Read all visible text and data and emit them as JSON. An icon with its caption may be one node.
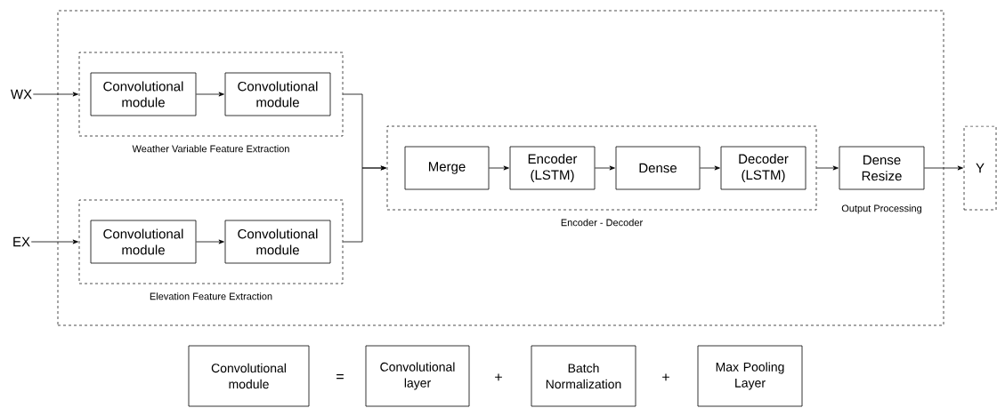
{
  "diagram": {
    "nodes": [
      {
        "text": [],
        "shape": "box"
      },
      {
        "text": [
          "WX"
        ]
      },
      {
        "text": [
          "Weather Variable Feature Extraction"
        ],
        "in": 0
      },
      {
        "text": [
          "Convolutional module"
        ],
        "in": 2
      },
      {
        "text": [
          "Convolutional module"
        ],
        "in": 2
      },
      {
        "text": [
          "EX"
        ]
      },
      {
        "text": [
          "Elevation Feature Extraction"
        ],
        "in": 0
      },
      {
        "text": [
          "Convolutional module"
        ],
        "in": 6
      },
      {
        "text": [
          "Convolutional module"
        ],
        "in": 6
      },
      {
        "text": [
          "Encoder - Decoder"
        ],
        "in": 0
      },
      {
        "text": [
          "Merge"
        ],
        "in": 9
      },
      {
        "text": [
          "Encoder (LSTM)"
        ],
        "in": 9
      },
      {
        "text": [
          "Dense"
        ],
        "in": 9
      },
      {
        "text": [
          "Decoder (LSTM)"
        ],
        "in": 9
      },
      {
        "text": [
          "Dense Resize"
        ],
        "beside": [
          "Output Processing"
        ],
        "in": 0
      },
      {
        "text": [
          "Y"
        ]
      },
      {
        "text": [
          "Convolutional module"
        ]
      },
      {
        "text": [
          "Convolutional layer"
        ]
      },
      {
        "text": [
          "Batch Normalization"
        ]
      },
      {
        "text": [
          "Max Pooling Layer"
        ]
      }
    ],
    "edges": [
      {
        "from": 1,
        "to": 2,
        "arrow": "to"
      },
      {
        "from": 3,
        "to": 4,
        "arrow": "to"
      },
      {
        "from": 5,
        "to": 6,
        "arrow": "to"
      },
      {
        "from": 7,
        "to": 8,
        "arrow": "to"
      },
      {
        "from": 2,
        "to": 9,
        "arrow": "to"
      },
      {
        "from": 6,
        "to": 9,
        "arrow": "to"
      },
      {
        "from": 10,
        "to": 11,
        "arrow": "to"
      },
      {
        "from": 11,
        "to": 12,
        "arrow": "to"
      },
      {
        "from": 12,
        "to": 13,
        "arrow": "to"
      },
      {
        "from": 9,
        "to": 14,
        "arrow": "to"
      },
      {
        "from": 14,
        "to": 15,
        "arrow": "to"
      }
    ],
    "labels": [
      "=",
      "+",
      "+"
    ]
  }
}
